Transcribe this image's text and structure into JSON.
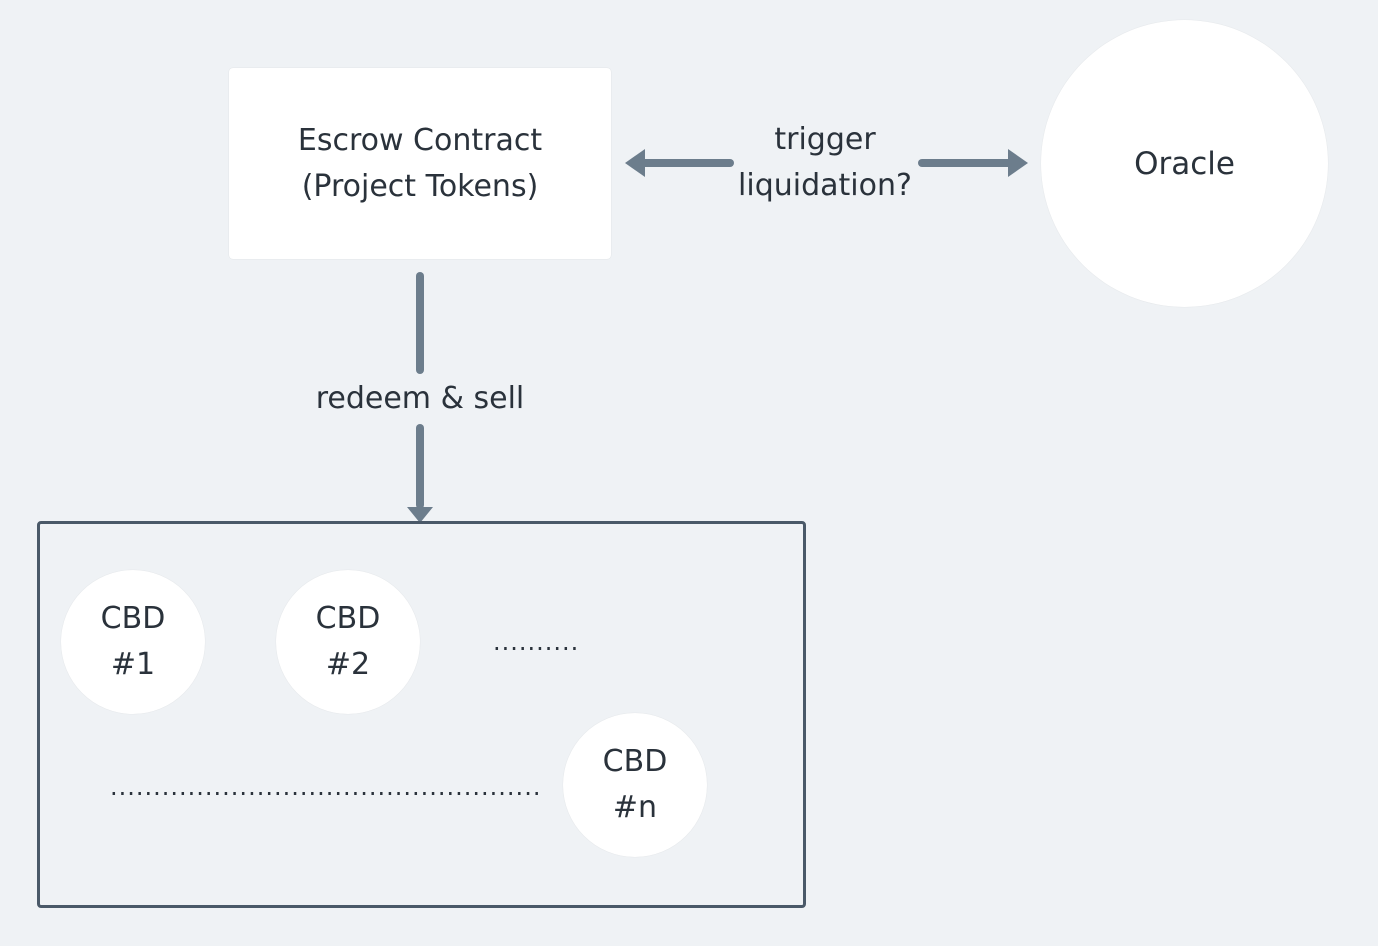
{
  "escrow": {
    "line1": "Escrow Contract",
    "line2": "(Project Tokens)"
  },
  "trigger_label": {
    "line1": "trigger",
    "line2": "liquidation?"
  },
  "oracle": {
    "label": "Oracle"
  },
  "redeem_label": "redeem & sell",
  "cbds": [
    {
      "line1": "CBD",
      "line2": "#1"
    },
    {
      "line1": "CBD",
      "line2": "#2"
    },
    {
      "line1": "CBD",
      "line2": "#n"
    }
  ],
  "ellipsis_short": "..........",
  "ellipsis_long": "..................................................",
  "colors": {
    "background": "#eff2f5",
    "node": "#ffffff",
    "arrow": "#6c7d8c",
    "text": "#2a323b",
    "container_border": "#4a5968"
  }
}
